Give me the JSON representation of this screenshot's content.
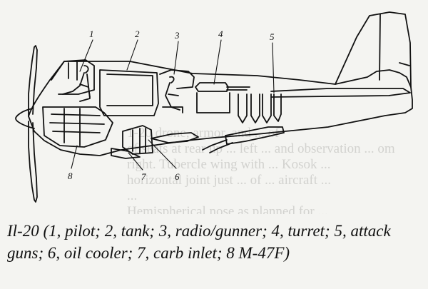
{
  "caption": "Il-20 (1, pilot; 2, tank; 3, radio/gunner; 4, turret; 5, attack guns; 6, oil cooler; 7, carb inlet; 8 M-47F)",
  "callouts": {
    "c1": "1",
    "c2": "2",
    "c3": "3",
    "c4": "4",
    "c5": "5",
    "c6": "6",
    "c7": "7",
    "c8": "8"
  },
  "background_text": [
    "1-20 drone, armor, and ... of",
    "of seats at rear up ... left ... and observation ... om",
    "right. Tubercle wing with ... Kosok ...",
    "horizontal joint just ... of ... aircraft ... ",
    "...",
    "Hemispherical nose as planned for ..."
  ]
}
